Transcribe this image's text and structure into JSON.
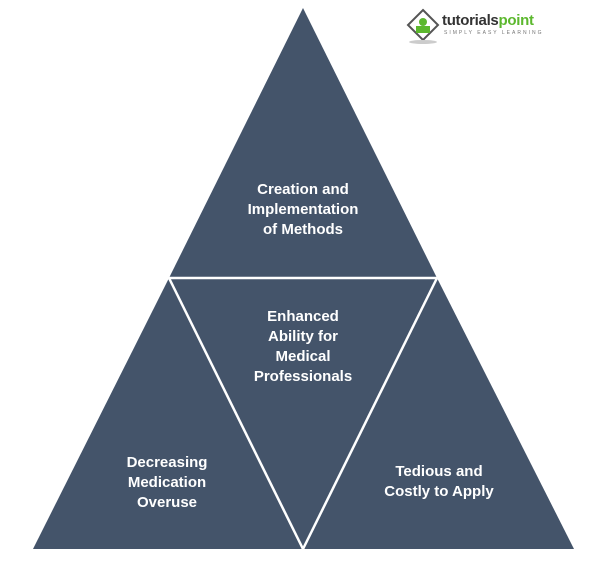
{
  "colors": {
    "fill": "#44546a",
    "divider": "#ffffff"
  },
  "logo": {
    "name_part1": "tutorials",
    "name_part2": "point",
    "tagline": "SIMPLY EASY LEARNING"
  },
  "segments": [
    {
      "label": "Creation and\nImplementation\nof Methods"
    },
    {
      "label": "Enhanced\nAbility for\nMedical\nProfessionals"
    },
    {
      "label": "Decreasing\nMedication\nOveruse"
    },
    {
      "label": "Tedious and\nCostly to Apply"
    }
  ]
}
